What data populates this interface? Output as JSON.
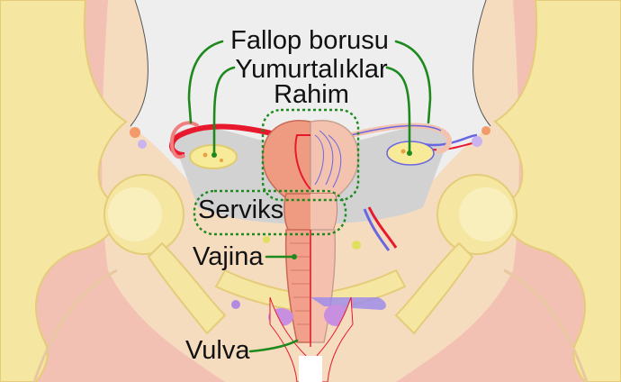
{
  "labels": {
    "fallop": "Fallop borusu",
    "yumurtalik": "Yumurtalıklar",
    "rahim": "Rahim",
    "serviks": "Serviks",
    "vajina": "Vajina",
    "vulva": "Vulva"
  },
  "colors": {
    "background": "#ffffff",
    "skin": "#f6dcbf",
    "muscle": "#f2b8b0",
    "bone": "#f5e6a2",
    "bone_edge": "#e4cc78",
    "peritoneum": "#dcdcdc",
    "uterus": "#ef9b82",
    "uterus_section": "#f3c3b0",
    "artery": "#e8192c",
    "vein": "#6a66e0",
    "ovary": "#f7eb9a",
    "leader": "#1e8a1e"
  },
  "icons": {
    "uterus": "uterus-illustration",
    "pelvis": "pelvis-illustration"
  }
}
